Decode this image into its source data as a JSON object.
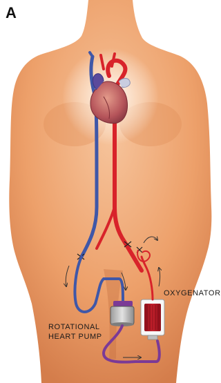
{
  "figure": {
    "panel_label": "A",
    "labels": {
      "pump_line1": "ROTATIONAL",
      "pump_line2": "HEART PUMP",
      "oxygenator": "OXYGENATOR"
    }
  },
  "colors": {
    "skin_light": "#f3b78c",
    "skin_dark": "#d9814f",
    "arterial_red": "#d8232a",
    "venous_blue": "#3f57a8",
    "tubing_purple": "#7b3a96",
    "background": "#ffffff"
  }
}
